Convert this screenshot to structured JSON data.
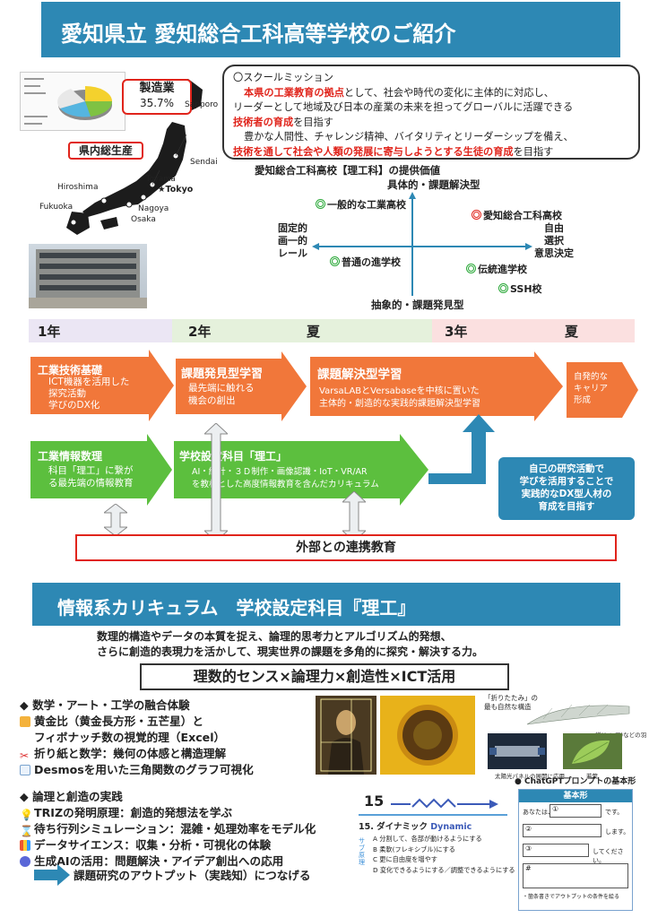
{
  "header": {
    "title": "愛知県立 愛知総合工科高等学校のご紹介",
    "section2_title": "情報系カリキュラム　学校設定科目『理工』"
  },
  "map": {
    "badge_label": "製造業",
    "badge_value": "35.7%",
    "caption": "県内総生産",
    "cities": [
      "Sapporo",
      "Sendai",
      "Toyama",
      "★Tokyo",
      "Hiroshima",
      "Nagoya",
      "Fukuoka",
      "Osaka"
    ]
  },
  "mission": {
    "heading": "〇スクールミッション",
    "line1_red": "本県の工業教育の拠点",
    "line1_rest": "として、社会や時代の変化に主体的に対応し、",
    "line2": "リーダーとして地域及び日本の産業の未来を担ってグローバルに活躍できる",
    "line3_red": "技術者の育成",
    "line3_rest": "を目指す",
    "line4": "豊かな人間性、チャレンジ精神、バイタリティとリーダーシップを備え、",
    "line5_red": "技術を通して社会や人類の発展に寄与しようとする生徒の育成",
    "line5_rest": "を目指す"
  },
  "quadrant": {
    "title": "愛知総合工科高校【理工科】の提供価値",
    "top": "具体的・課題解決型",
    "bottom": "抽象的・課題発見型",
    "left": [
      "固定的",
      "画一的",
      "レール"
    ],
    "right": [
      "自由",
      "選択",
      "意思決定"
    ],
    "items": {
      "general": "一般的な工業高校",
      "aichi": "愛知総合工科高校",
      "normal": "普通の進学校",
      "traditional": "伝統進学校",
      "ssh": "SSH校"
    }
  },
  "timeline": {
    "y1": "1年",
    "y2": "2年",
    "summer1": "夏",
    "y3": "3年",
    "summer2": "夏"
  },
  "flow": {
    "a1_title": "工業技術基礎",
    "a1_lines": [
      "ICT機器を活用した",
      "探究活動",
      "学びのDX化"
    ],
    "a2_title": "課題発見型学習",
    "a2_lines": [
      "最先端に触れる",
      "機会の創出"
    ],
    "a3_title": "課題解決型学習",
    "a3_lines": [
      "VarsaLABとVersabaseを中核に置いた",
      "主体的・創造的な実践的課題解決型学習"
    ],
    "a4_lines": [
      "自発的な",
      "キャリア",
      "形成"
    ],
    "g1_title": "工業情報数理",
    "g1_lines": [
      "科目「理工」に繋が",
      "る最先端の情報教育"
    ],
    "g2_title": "学校設定科目「理工」",
    "g2_lines": [
      "AI・統計・３Ｄ制作・画像認識・IoT・VR/AR",
      "を教材とした高度情報教育を含んだカリキュラム"
    ],
    "blue_lines": [
      "自己の研究活動で",
      "学びを活用することで",
      "実践的なDX型人材の",
      "育成を目指す"
    ],
    "external": "外部との連携教育"
  },
  "curriculum": {
    "intro1": "数理的構造やデータの本質を捉え、論理的思考力とアルゴリズム的発想、",
    "intro2": "さらに創造的表現力を活かして、現実世界の課題を多角的に探究・解決する力。",
    "motto": "理数的センス×論理力×創造性×ICT活用",
    "s1_title": "◆ 数学・アート・工学の融合体験",
    "s1_items": [
      "黄金比（黄金長方形・五芒星）と",
      "フィボナッチ数の視覚的理（Excel）",
      "折り紙と数学：幾何の体感と構造理解",
      "Desmosを用いた三角関数のグラフ可視化"
    ],
    "s2_title": "◆ 論理と創造の実践",
    "s2_items": [
      "TRIZの発明原理：創造的発想法を学ぶ",
      "待ち行列シミュレーション：混雑・処理効率をモデル化",
      "データサイエンス：収集・分析・可視化の体験",
      "生成AIの活用：問題解決・アイデア創出への応用"
    ],
    "output": "課題研究のアウトプット（実践知）につなげる",
    "origami_caption": "「折りたたみ」の\n最も自然な構造",
    "solar_caption": "太陽光パネルの展開に応用",
    "leaf_caption": "若葉",
    "wing_caption": "蝉(ヤンマ)などの羽",
    "triz_no": "15",
    "triz_title": "15. ダイナミック",
    "triz_en": "Dynamic",
    "triz_side": "サブ原理",
    "triz_items": [
      "A 分割して、各部が動けるようにする",
      "B 柔軟(フレキシブル)にする",
      "C 更に自由度を増やす",
      "D 変化できるようにする／調整できるようにする"
    ],
    "gpt_title": "● ChatGPTプロンプトの基本形",
    "gpt_box_title": "基本形",
    "gpt_rows": [
      "あなたは、",
      "です。",
      "します。",
      "してください。",
      "#",
      "・箇条書きでアウトプットの条件を絵る"
    ],
    "gpt_marks": [
      "①",
      "②",
      "③"
    ]
  },
  "colors": {
    "banner": "#2d88b4",
    "orange": "#f1773a",
    "green": "#5cbf3e",
    "blue": "#2d88b4",
    "red": "#e0241b"
  }
}
